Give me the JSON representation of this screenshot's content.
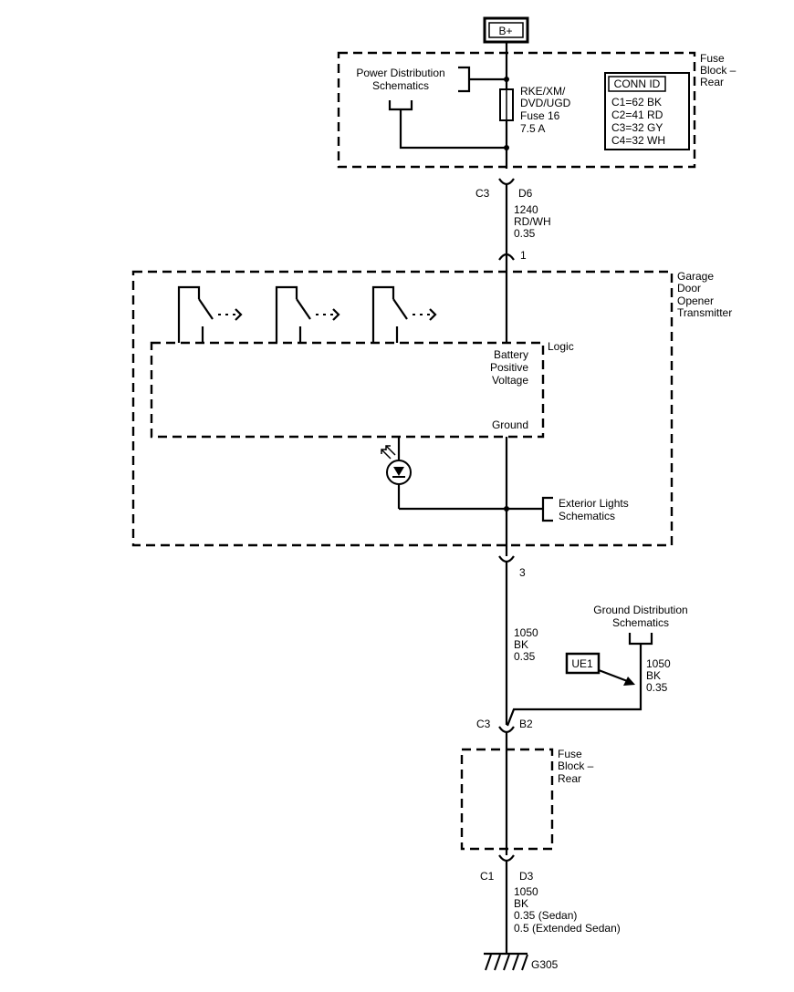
{
  "power": {
    "label": "B+"
  },
  "fuse_block_top": {
    "line1": "Fuse",
    "line2": "Block –",
    "line3": "Rear"
  },
  "power_dist": {
    "line1": "Power Distribution",
    "line2": "Schematics"
  },
  "fuse": {
    "line1": "RKE/XM/",
    "line2": "DVD/UGD",
    "line3": "Fuse 16",
    "line4": "7.5 A"
  },
  "conn_id": {
    "title": "CONN ID",
    "rows": [
      "C1=62 BK",
      "C2=41 RD",
      "C3=32 GY",
      "C4=32 WH"
    ]
  },
  "conn_top": {
    "left": "C3",
    "right": "D6"
  },
  "wire1": {
    "circuit": "1240",
    "color": "RD/WH",
    "gauge": "0.35"
  },
  "pin1": {
    "label": "1"
  },
  "gdo": {
    "line1": "Garage",
    "line2": "Door",
    "line3": "Opener",
    "line4": "Transmitter"
  },
  "logic": {
    "label": "Logic",
    "bpv1": "Battery",
    "bpv2": "Positive",
    "bpv3": "Voltage",
    "ground": "Ground"
  },
  "ext_lights": {
    "line1": "Exterior Lights",
    "line2": "Schematics"
  },
  "pin3": {
    "label": "3"
  },
  "wire2": {
    "circuit": "1050",
    "color": "BK",
    "gauge": "0.35"
  },
  "ground_dist": {
    "line1": "Ground Distribution",
    "line2": "Schematics"
  },
  "ue1": {
    "label": "UE1"
  },
  "wire3": {
    "circuit": "1050",
    "color": "BK",
    "gauge": "0.35"
  },
  "conn_mid": {
    "left": "C3",
    "right": "B2"
  },
  "fuse_block_bottom": {
    "line1": "Fuse",
    "line2": "Block –",
    "line3": "Rear"
  },
  "conn_bot": {
    "left": "C1",
    "right": "D3"
  },
  "wire4": {
    "circuit": "1050",
    "color": "BK",
    "gauge1": "0.35 (Sedan)",
    "gauge2": "0.5 (Extended Sedan)"
  },
  "ground": {
    "label": "G305"
  }
}
